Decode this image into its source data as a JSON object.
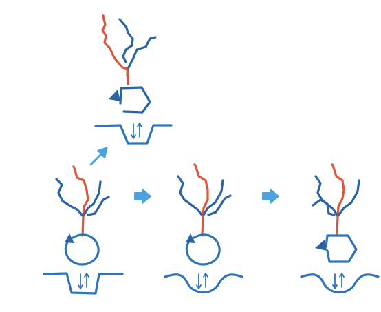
{
  "figure": {
    "panels": [
      {
        "id": "top-state",
        "cycle_shape": "square",
        "pocket_shape": "square"
      },
      {
        "id": "left-state",
        "cycle_shape": "circle",
        "pocket_shape": "square"
      },
      {
        "id": "middle-state",
        "cycle_shape": "circle",
        "pocket_shape": "round"
      },
      {
        "id": "right-state",
        "cycle_shape": "square",
        "pocket_shape": "round"
      }
    ],
    "transitions": [
      "left-to-top",
      "left-to-middle",
      "middle-to-right"
    ],
    "colors": {
      "dark_blue": "#2b63a3",
      "mid_blue": "#2f74b8",
      "light_blue_arrow": "#4aa3de",
      "red_branch": "#e0553a"
    }
  }
}
